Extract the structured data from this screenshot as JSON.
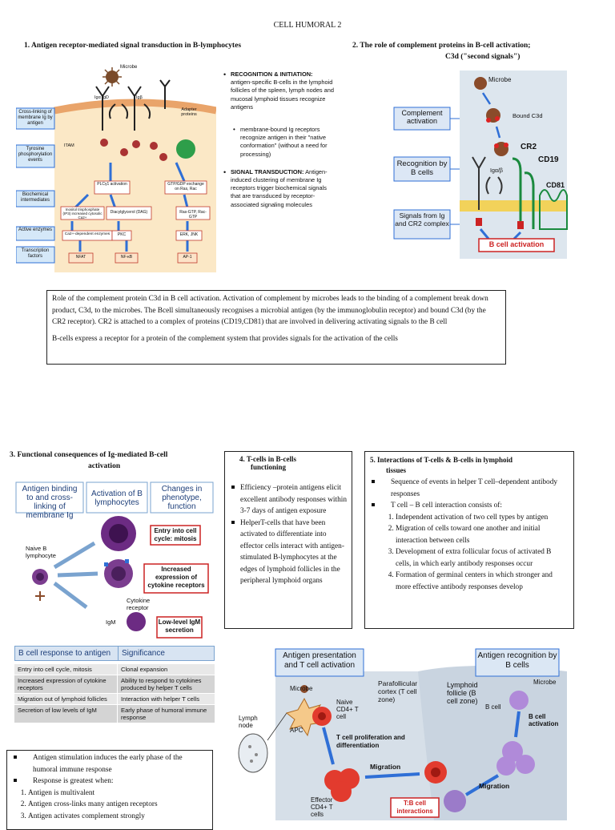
{
  "page_title": "CELL HUMORAL 2",
  "sec1": {
    "heading": "1.  Antigen receptor-mediated signal transduction in B-lymphocytes",
    "left_labels": [
      "Cross-linking of membrane Ig by antigen",
      "Tyrosine phosphorylation events",
      "Biochemical intermediates",
      "Active enzymes",
      "Transcription factors"
    ],
    "diagram_labels": {
      "microbe": "Microbe",
      "igm": "Igα IgD",
      "igb": "Igβ",
      "adapter": "Adapter proteins",
      "itam": "ITAM",
      "plc": "PLCγ1 activation",
      "gtp": "GTP/GDP exchange on Ras, Rac",
      "ip3": "Inositol trisphosphate (IP3) increased cytosolic Ca2+",
      "dag": "Diacylglycerol (DAG)",
      "rasgtp": "Ras-GTP, Rac-GTP",
      "ca_enz": "Ca2+-dependent enzymes",
      "pkc": "PKC",
      "erk": "ERK, JNK",
      "nfat": "NFAT",
      "nfkb": "NF-κB",
      "ap1": "AP-1"
    },
    "bullets": [
      {
        "title": "RECOGNITION & INITIATION:",
        "text": " antigen-specific B-cells in the lymphoid follicles of the spleen, lymph nodes and mucosal lymphoid tissues recognize antigens"
      },
      {
        "sub": "membrane-bound Ig receptors recognize antigen in their \"native conformation\" (without a need for processing)"
      },
      {
        "title": "SIGNAL TRANSDUCTION:",
        "text": " Antigen-induced clustering of membrane Ig receptors trigger biochemical signals that are transduced by receptor-associated signaling molecules"
      }
    ]
  },
  "sec2": {
    "heading_line1": "2.  The role of complement proteins in B-cell activation;",
    "heading_line2": "C3d (\"second signals\")",
    "labels": [
      "Complement activation",
      "Recognition by B cells",
      "Signals from Ig and CR2 complex"
    ],
    "microbe": "Microbe",
    "bound": "Bound C3d",
    "cr2": "CR2",
    "cd19": "CD19",
    "cd81": "CD81",
    "igab": "Igα/β",
    "activation": "B cell activation"
  },
  "complement_box": {
    "para1": "Role of the complement protein C3d in B cell activation. Activation of complement by microbes leads to the binding of a complement break down product, C3d, to the microbes. The Bcell simultaneously recognises a microbial antigen (by the immunoglobulin receptor) and bound C3d (by the CR2 receptor). CR2 is attached to a complex of proteins (CD19,CD81) that are involved in delivering activating signals to the B cell",
    "para2": "B-cells express a receptor for a protein of the complement system that provides signals for the activation of the cells"
  },
  "sec3": {
    "heading_line1": "3.  Functional consequences of Ig-mediated B-cell",
    "heading_line2": "activation",
    "col_heads": [
      "Antigen binding to and cross-linking of membrane Ig",
      "Activation of B lymphocytes",
      "Changes in phenotype, function"
    ],
    "naive": "Naive B lymphocyte",
    "igm": "IgM",
    "cytokine_receptor": "Cytokine receptor",
    "outcomes": [
      "Entry into cell cycle: mitosis",
      "Increased expression of cytokine receptors",
      "Low-level IgM secretion"
    ],
    "table_head": [
      "B cell response to antigen",
      "Significance"
    ],
    "table_rows": [
      [
        "Entry into cell cycle, mitosis",
        "Clonal expansion"
      ],
      [
        "Increased expression of cytokine receptors",
        "Ability to respond to cytokines produced by helper T cells"
      ],
      [
        "Migration out of lymphoid follicles",
        "Interaction with helper T cells"
      ],
      [
        "Secretion of low levels of IgM",
        "Early phase of humoral immune response"
      ]
    ]
  },
  "sec4": {
    "heading_line1": "4.  T-cells in B-cells",
    "heading_line2": "functioning",
    "items": [
      "Efficiency –protein antigens elicit excellent antibody responses within 3-7 days of antigen exposure",
      "HelperT-cells that have been activated to differentiate into effector cells interact with antigen-stimulated B-lymphocytes at the edges of lymphoid follicles in the peripheral lymphoid organs"
    ]
  },
  "sec5": {
    "heading_line1": "5.  Interactions of T-cells & B-cells in lymphoid",
    "heading_line2": "tissues",
    "items": [
      "Sequence of events in helper T cell–dependent antibody responses",
      "T cell – B cell interaction consists of:"
    ],
    "steps": [
      "Independent activation of two cell types by antigen",
      "Migration of cells toward one another and initial interaction between cells",
      "Development of extra follicular focus of activated B cells, in which early antibody responses occur",
      " Formation of germinal centers in which stronger and more effective antibody responses develop"
    ]
  },
  "sec6": {
    "intro": "Antigen stimulation induces the early phase of the humoral immune response",
    "greatest": "Response is greatest when:",
    "conditions": [
      "Antigen is multivalent",
      "Antigen cross-links many antigen receptors",
      "Antigen activates complement strongly"
    ]
  },
  "tb_diagram": {
    "header_left": "Antigen presentation and T cell activation",
    "header_right": "Antigen recognition by B cells",
    "microbe": "Microbe",
    "microbe2": "Microbe",
    "lymph_node": "Lymph node",
    "apc": "APC",
    "naive": "Naive CD4+ T cell",
    "paracortex": "Parafollicular cortex (T cell zone)",
    "follicle": "Lymphoid follicle (B cell zone)",
    "bcell": "B cell",
    "bcell_activation": "B cell activation",
    "prolif": "T cell proliferation and differentiation",
    "migration1": "Migration",
    "migration2": "Migration",
    "effector": "Effector CD4+ T cells",
    "tb": "T:B cell interactions"
  }
}
